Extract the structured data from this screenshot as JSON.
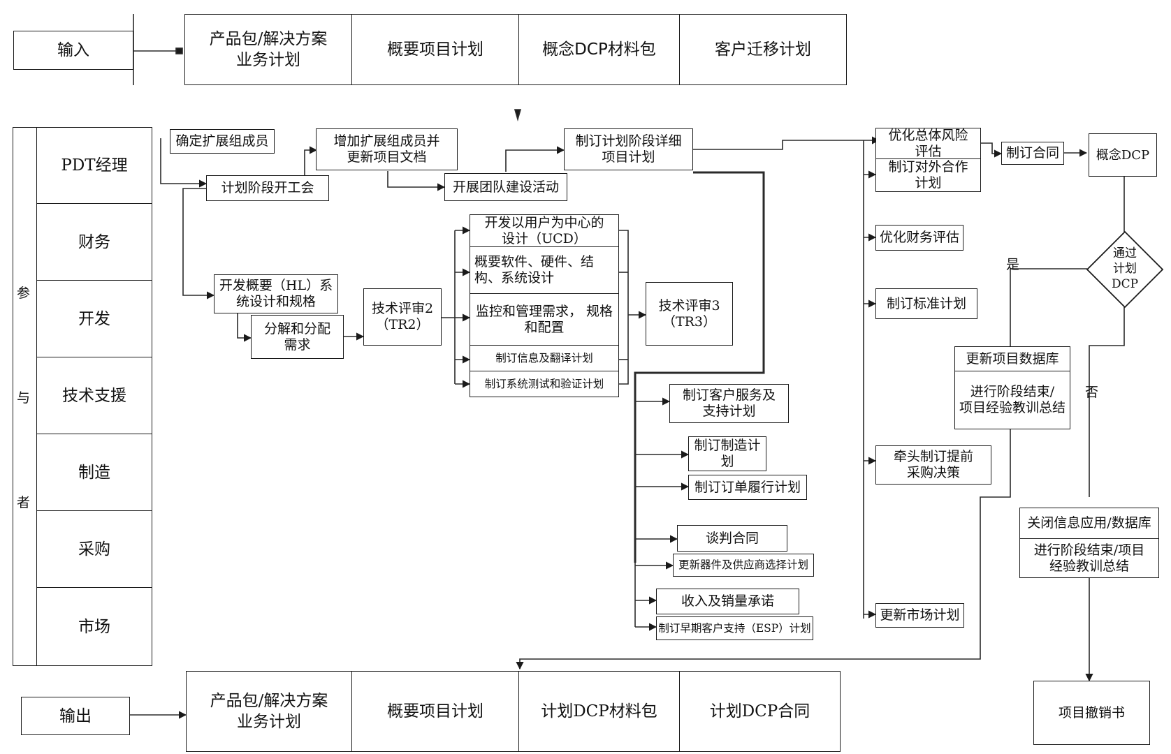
{
  "input": {
    "label": "输入",
    "items": [
      "产品包/解决方案\n业务计划",
      "概要项目计划",
      "概念DCP材料包",
      "客户迁移计划"
    ]
  },
  "output": {
    "label": "输出",
    "items": [
      "产品包/解决方案\n业务计划",
      "概要项目计划",
      "计划DCP材料包",
      "计划DCP合同"
    ]
  },
  "participants": {
    "title": [
      "参",
      "与",
      "者"
    ],
    "roles": [
      "PDT经理",
      "财务",
      "开发",
      "技术支援",
      "制造",
      "采购",
      "市场"
    ]
  },
  "steps": {
    "confirm_team": "确定扩展组成员",
    "kickoff": "计划阶段开工会",
    "add_members": "增加扩展组成员并\n更新项目文档",
    "team_building": "开展团队建设活动",
    "detail_plan": "制订计划阶段详细\n项目计划",
    "hl_design": "开发概要（HL）系\n统设计和规格",
    "decompose": "分解和分配\n需求",
    "tr2": "技术评审2\n（TR2）",
    "ucd": "开发以用户为中心的\n设计（UCD）",
    "hw_sw": "概要软件、硬件、结\n构、系统设计",
    "monitor_req": "监控和管理需求， 规格\n和配置",
    "info_translate": "制订信息及翻译计划",
    "test_verify": "制订系统测试和验证计划",
    "tr3": "技术评审3\n（TR3）",
    "customer_service": "制订客户服务及\n支持计划",
    "manufacture": "制订制造计划",
    "order_fulfill": "制订订单履行计划",
    "negotiate": "谈判合同",
    "supplier": "更新器件及供应商选择计划",
    "revenue": "收入及销量承诺",
    "esp": "制订早期客户支持（ESP）计划",
    "risk": "优化总体风险\n评估",
    "external": "制订对外合作\n计划",
    "finance": "优化财务评估",
    "standard": "制订标准计划",
    "procurement": "牵头制订提前\n采购决策",
    "market": "更新市场计划",
    "contract": "制订合同",
    "concept_dcp": "概念DCP",
    "decision": "通过\n计划\nDCP",
    "yes": "是",
    "no": "否",
    "update_db": "更新项目数据库",
    "lessons_yes": "进行阶段结束/\n项目经验教训总结",
    "close_db": "关闭信息应用/数据库",
    "lessons_no": "进行阶段结束/项目\n经验教训总结",
    "cancel": "项目撤销书"
  }
}
